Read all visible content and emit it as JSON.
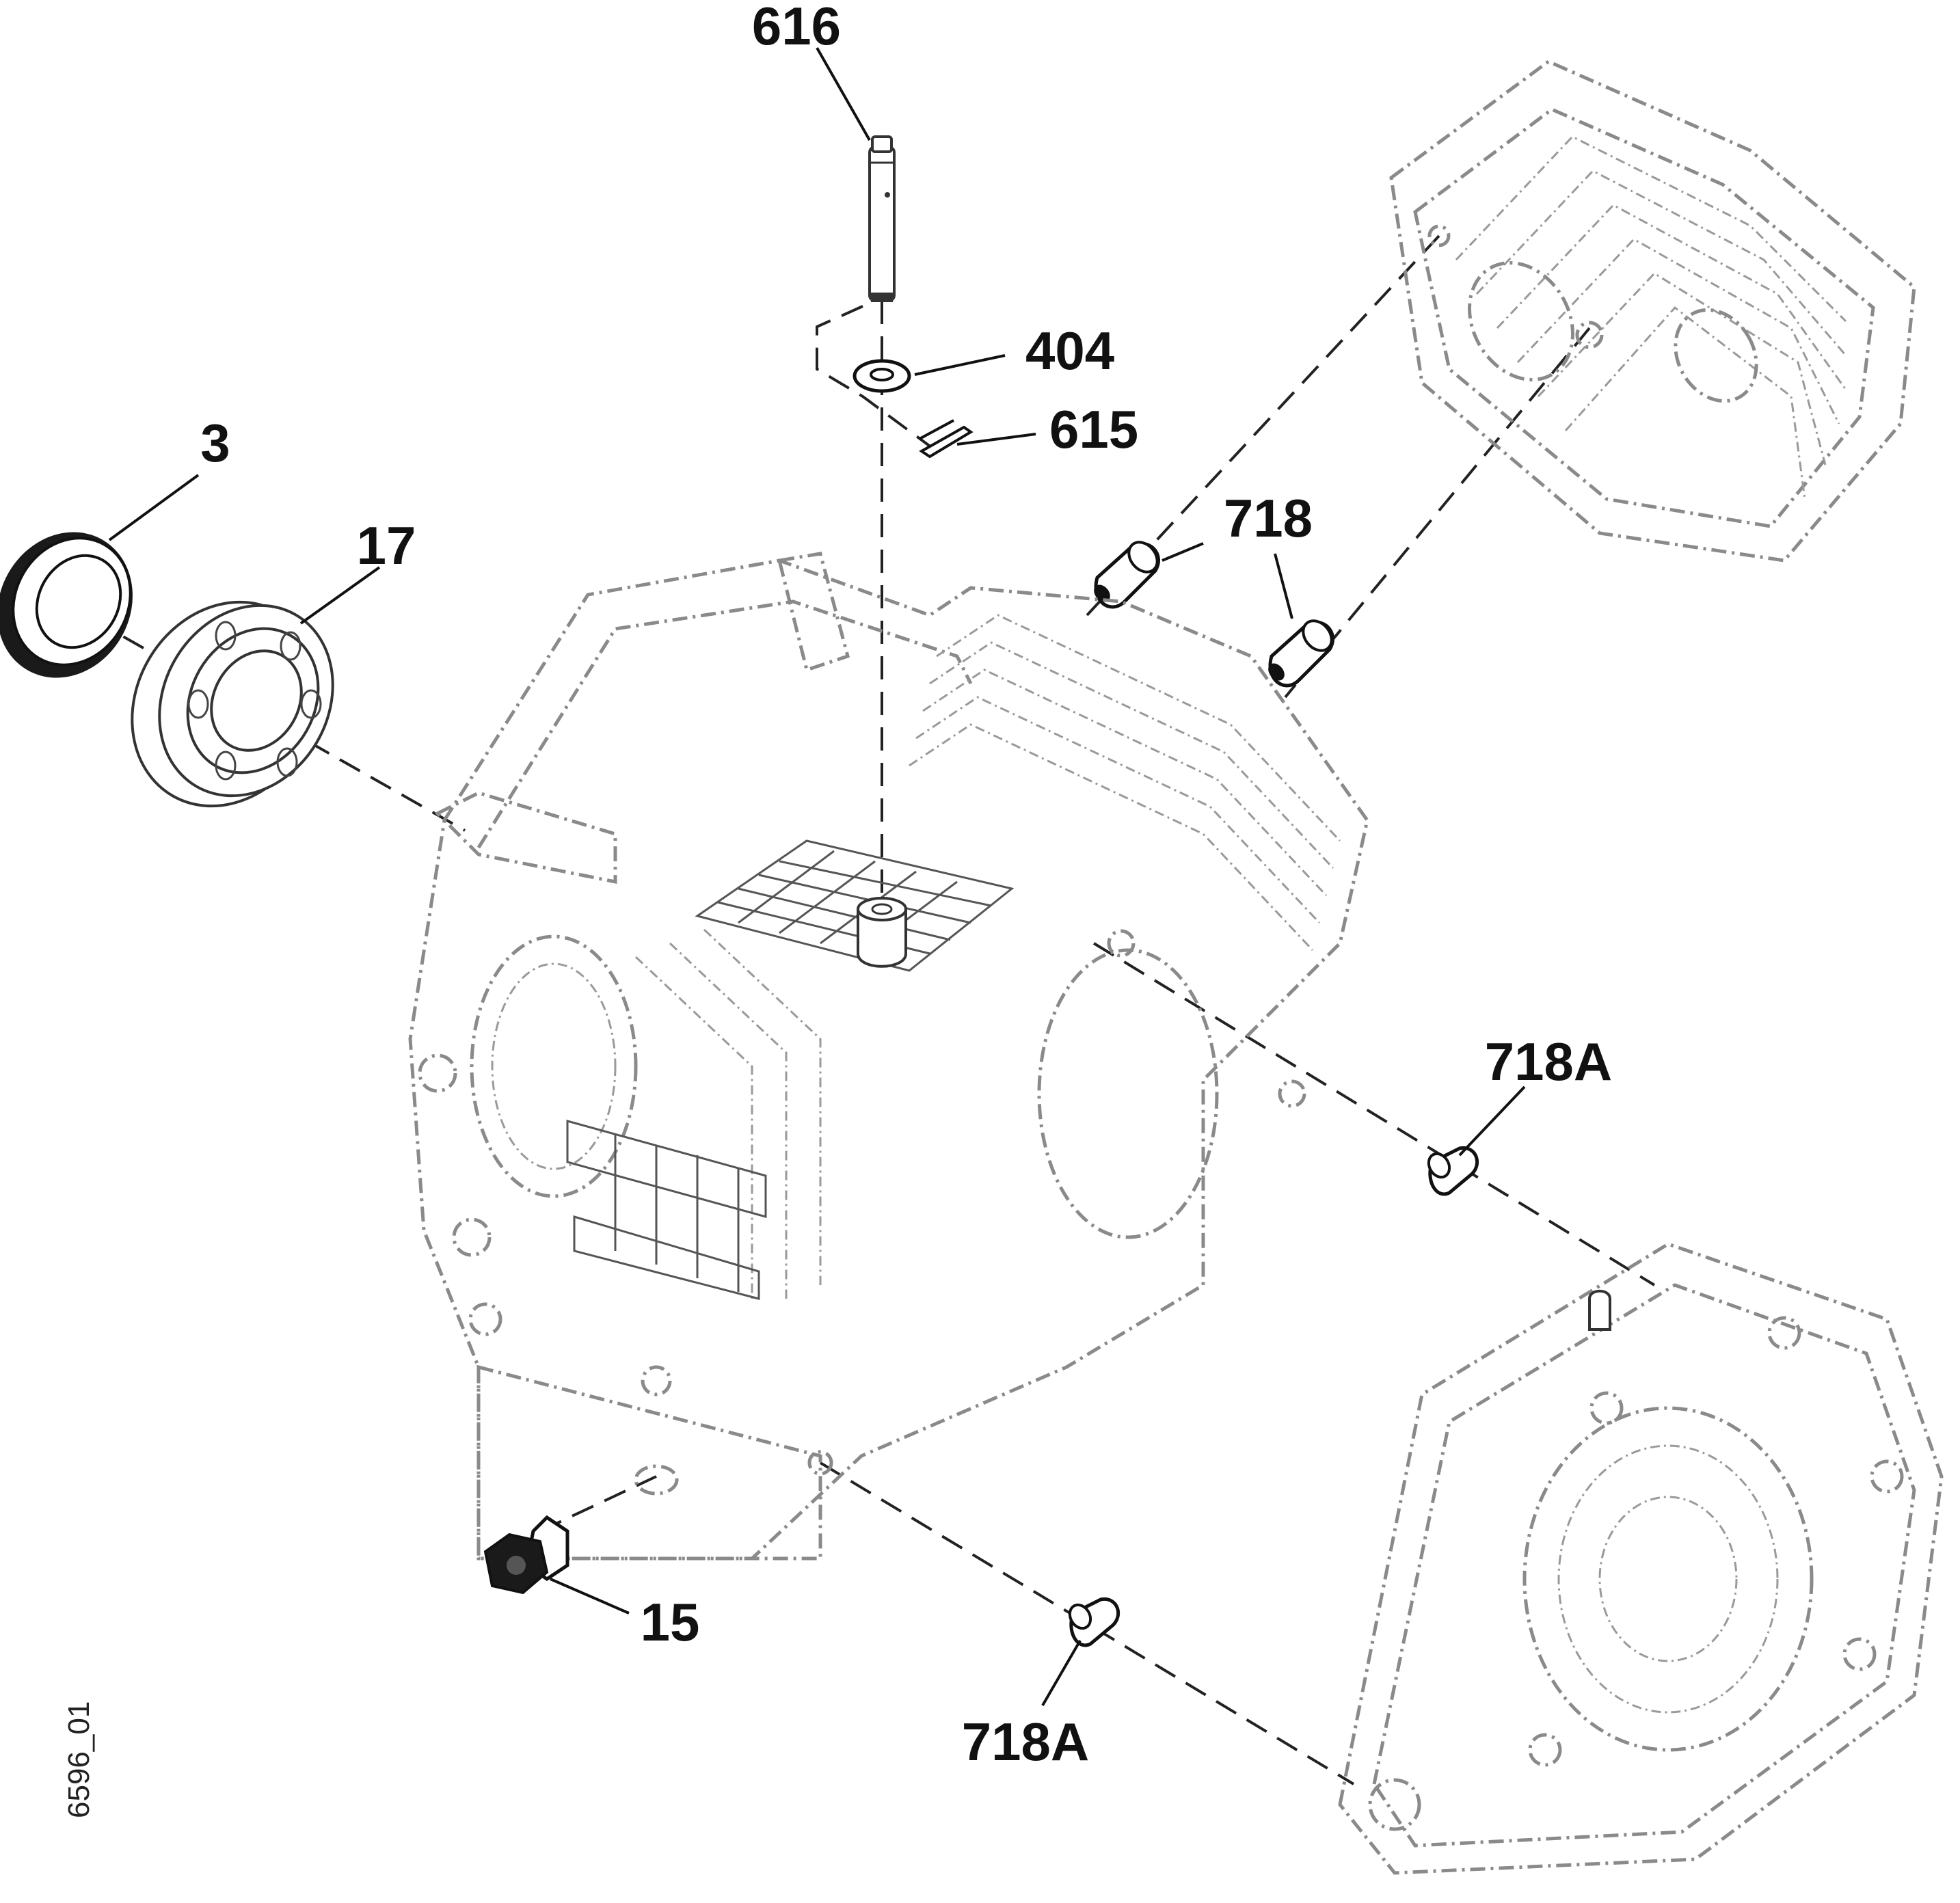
{
  "diagram": {
    "type": "exploded-parts-view",
    "drawing_id": "6596_01",
    "callouts": [
      {
        "key": "c616",
        "label": "616"
      },
      {
        "key": "c404",
        "label": "404"
      },
      {
        "key": "c615",
        "label": "615"
      },
      {
        "key": "c3",
        "label": "3"
      },
      {
        "key": "c17",
        "label": "17"
      },
      {
        "key": "c718",
        "label": "718"
      },
      {
        "key": "c718a_right",
        "label": "718A"
      },
      {
        "key": "c15",
        "label": "15"
      },
      {
        "key": "c718a_bottom",
        "label": "718A"
      }
    ]
  }
}
